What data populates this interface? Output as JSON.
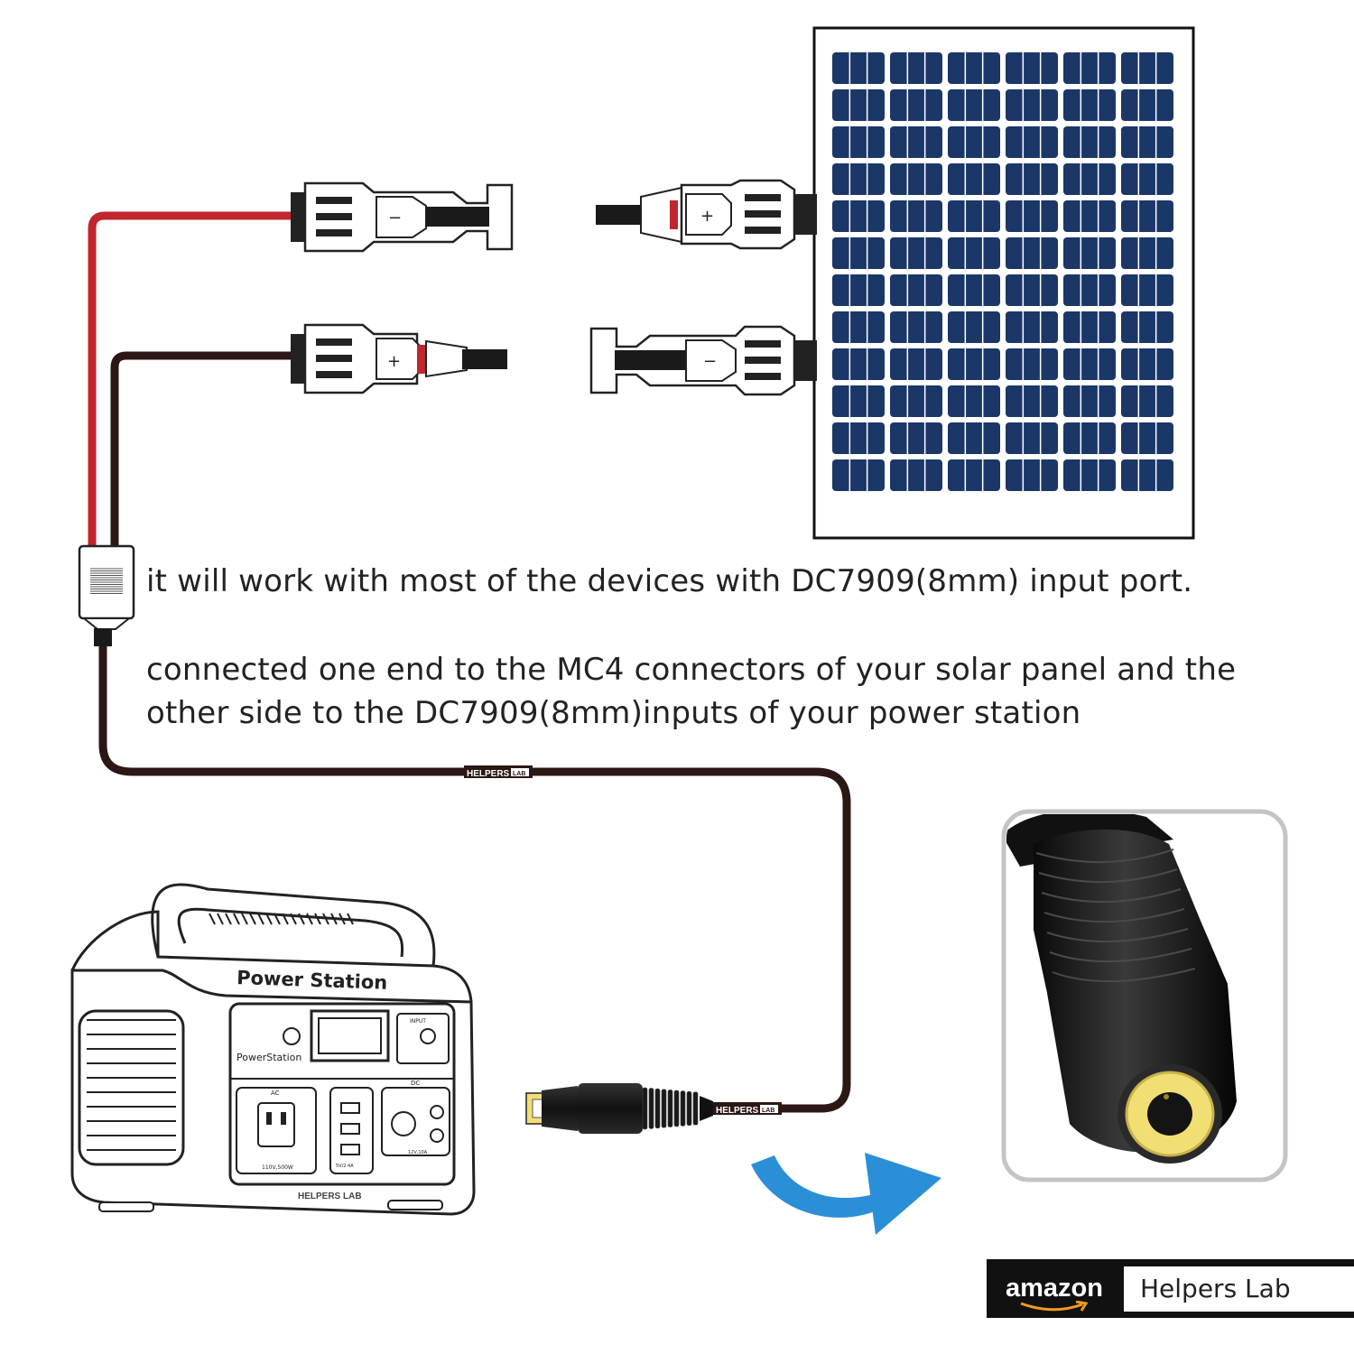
{
  "captions": {
    "line1": "it will work with most of the devices with DC7909(8mm) input port.",
    "line2a": "connected one end to the MC4 connectors of your solar panel and the",
    "line2b": "other side to the DC7909(8mm)inputs of your power station"
  },
  "cable_brand": {
    "helpers": "HELPERS",
    "lab": "LAB"
  },
  "connectors": {
    "negative": "−",
    "positive": "+"
  },
  "power_station": {
    "title": "Power Station",
    "panel_brand": "PowerStation",
    "input_label": "INPUT",
    "ac_label": "AC",
    "usb_label": "5V/2.4A",
    "dc_label": "DC",
    "dc_output": "12V,10A",
    "ac_output": "110V,500W",
    "footer_brand": "HELPERS",
    "footer_lab": "LAB"
  },
  "badge": {
    "marketplace": "amazon",
    "store": "Helpers Lab"
  },
  "colors": {
    "panel_cell": "#1b3768",
    "red_wire": "#c0262d",
    "dark_wire": "#2b1714",
    "arrow": "#2b8fd8",
    "plug_tip": "#f2df74"
  }
}
